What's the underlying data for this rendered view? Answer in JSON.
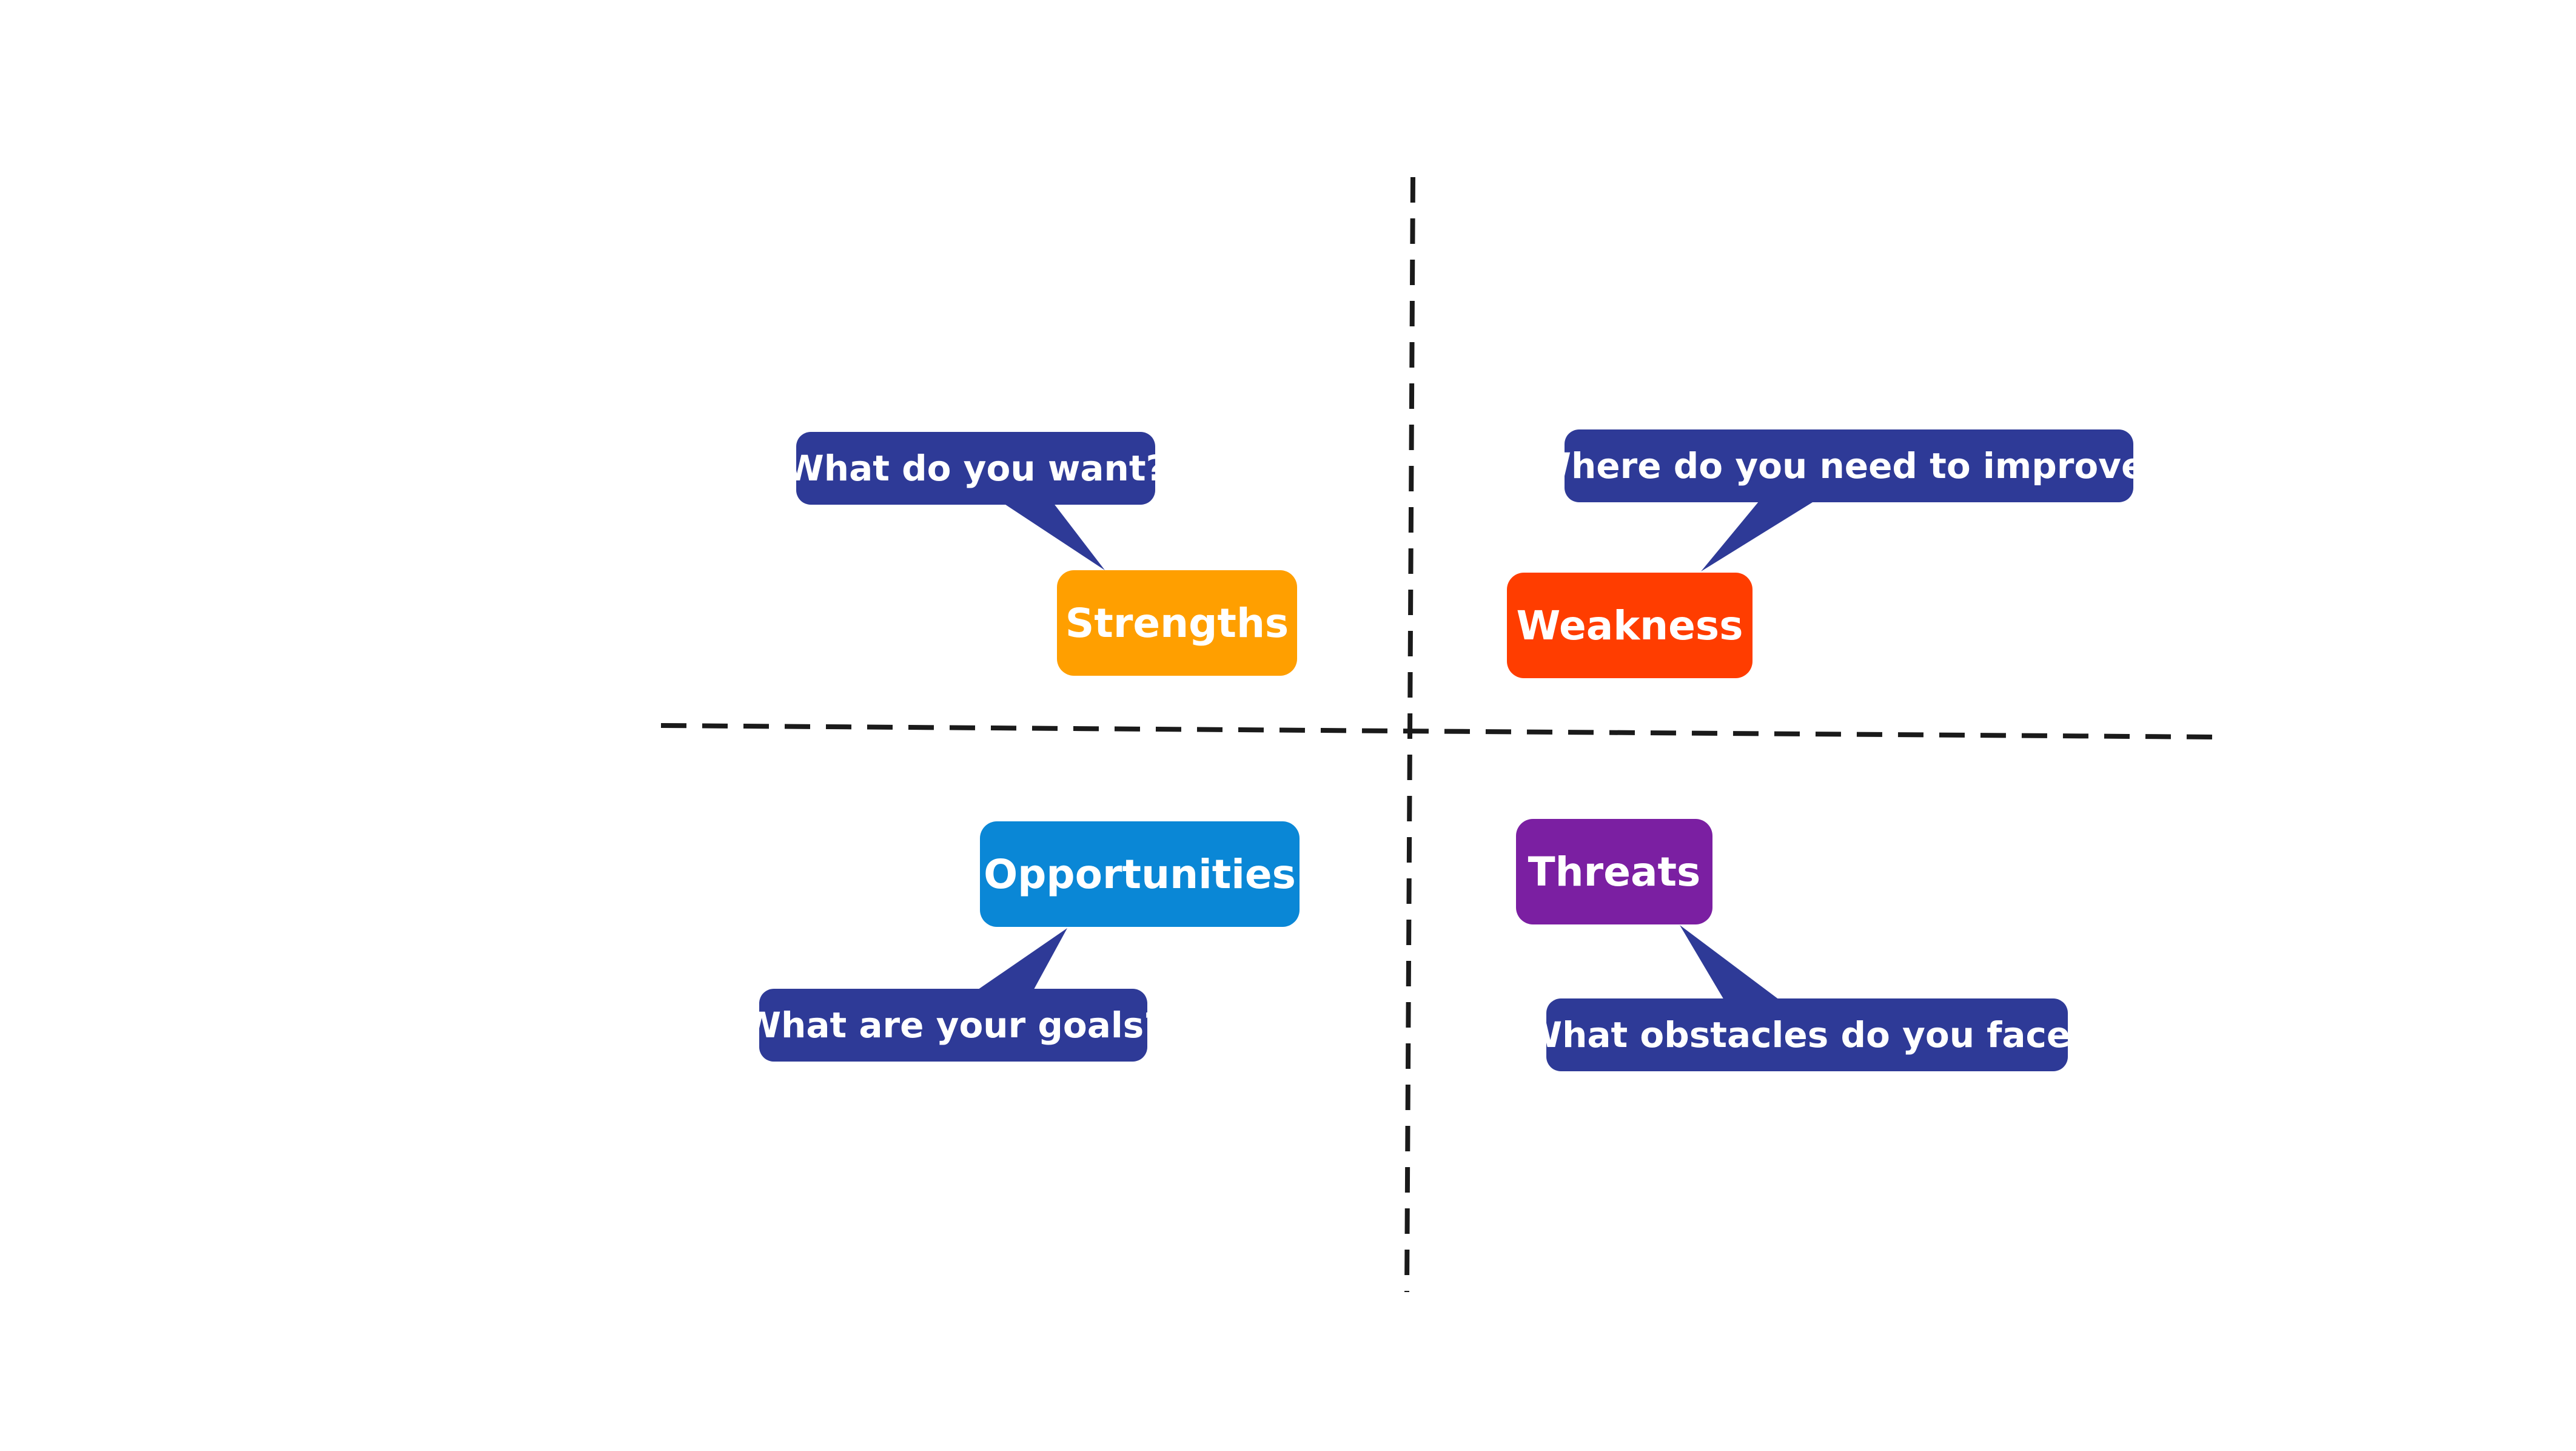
{
  "colors": {
    "background": "#ffffff",
    "divider": "#1a1a1a",
    "question_bubble": "#2e3a97",
    "strengths": "#ff9f00",
    "weakness": "#ff3d00",
    "opportunities": "#0a87d6",
    "threats": "#7b1fa2",
    "text": "#ffffff"
  },
  "quadrants": {
    "strengths": {
      "label": "Strengths",
      "question": "What do you want?"
    },
    "weakness": {
      "label": "Weakness",
      "question": "Where do you need to improve?"
    },
    "opportunities": {
      "label": "Opportunities",
      "question": "What are your goals?"
    },
    "threats": {
      "label": "Threats",
      "question": "What obstacles do you face?"
    }
  }
}
